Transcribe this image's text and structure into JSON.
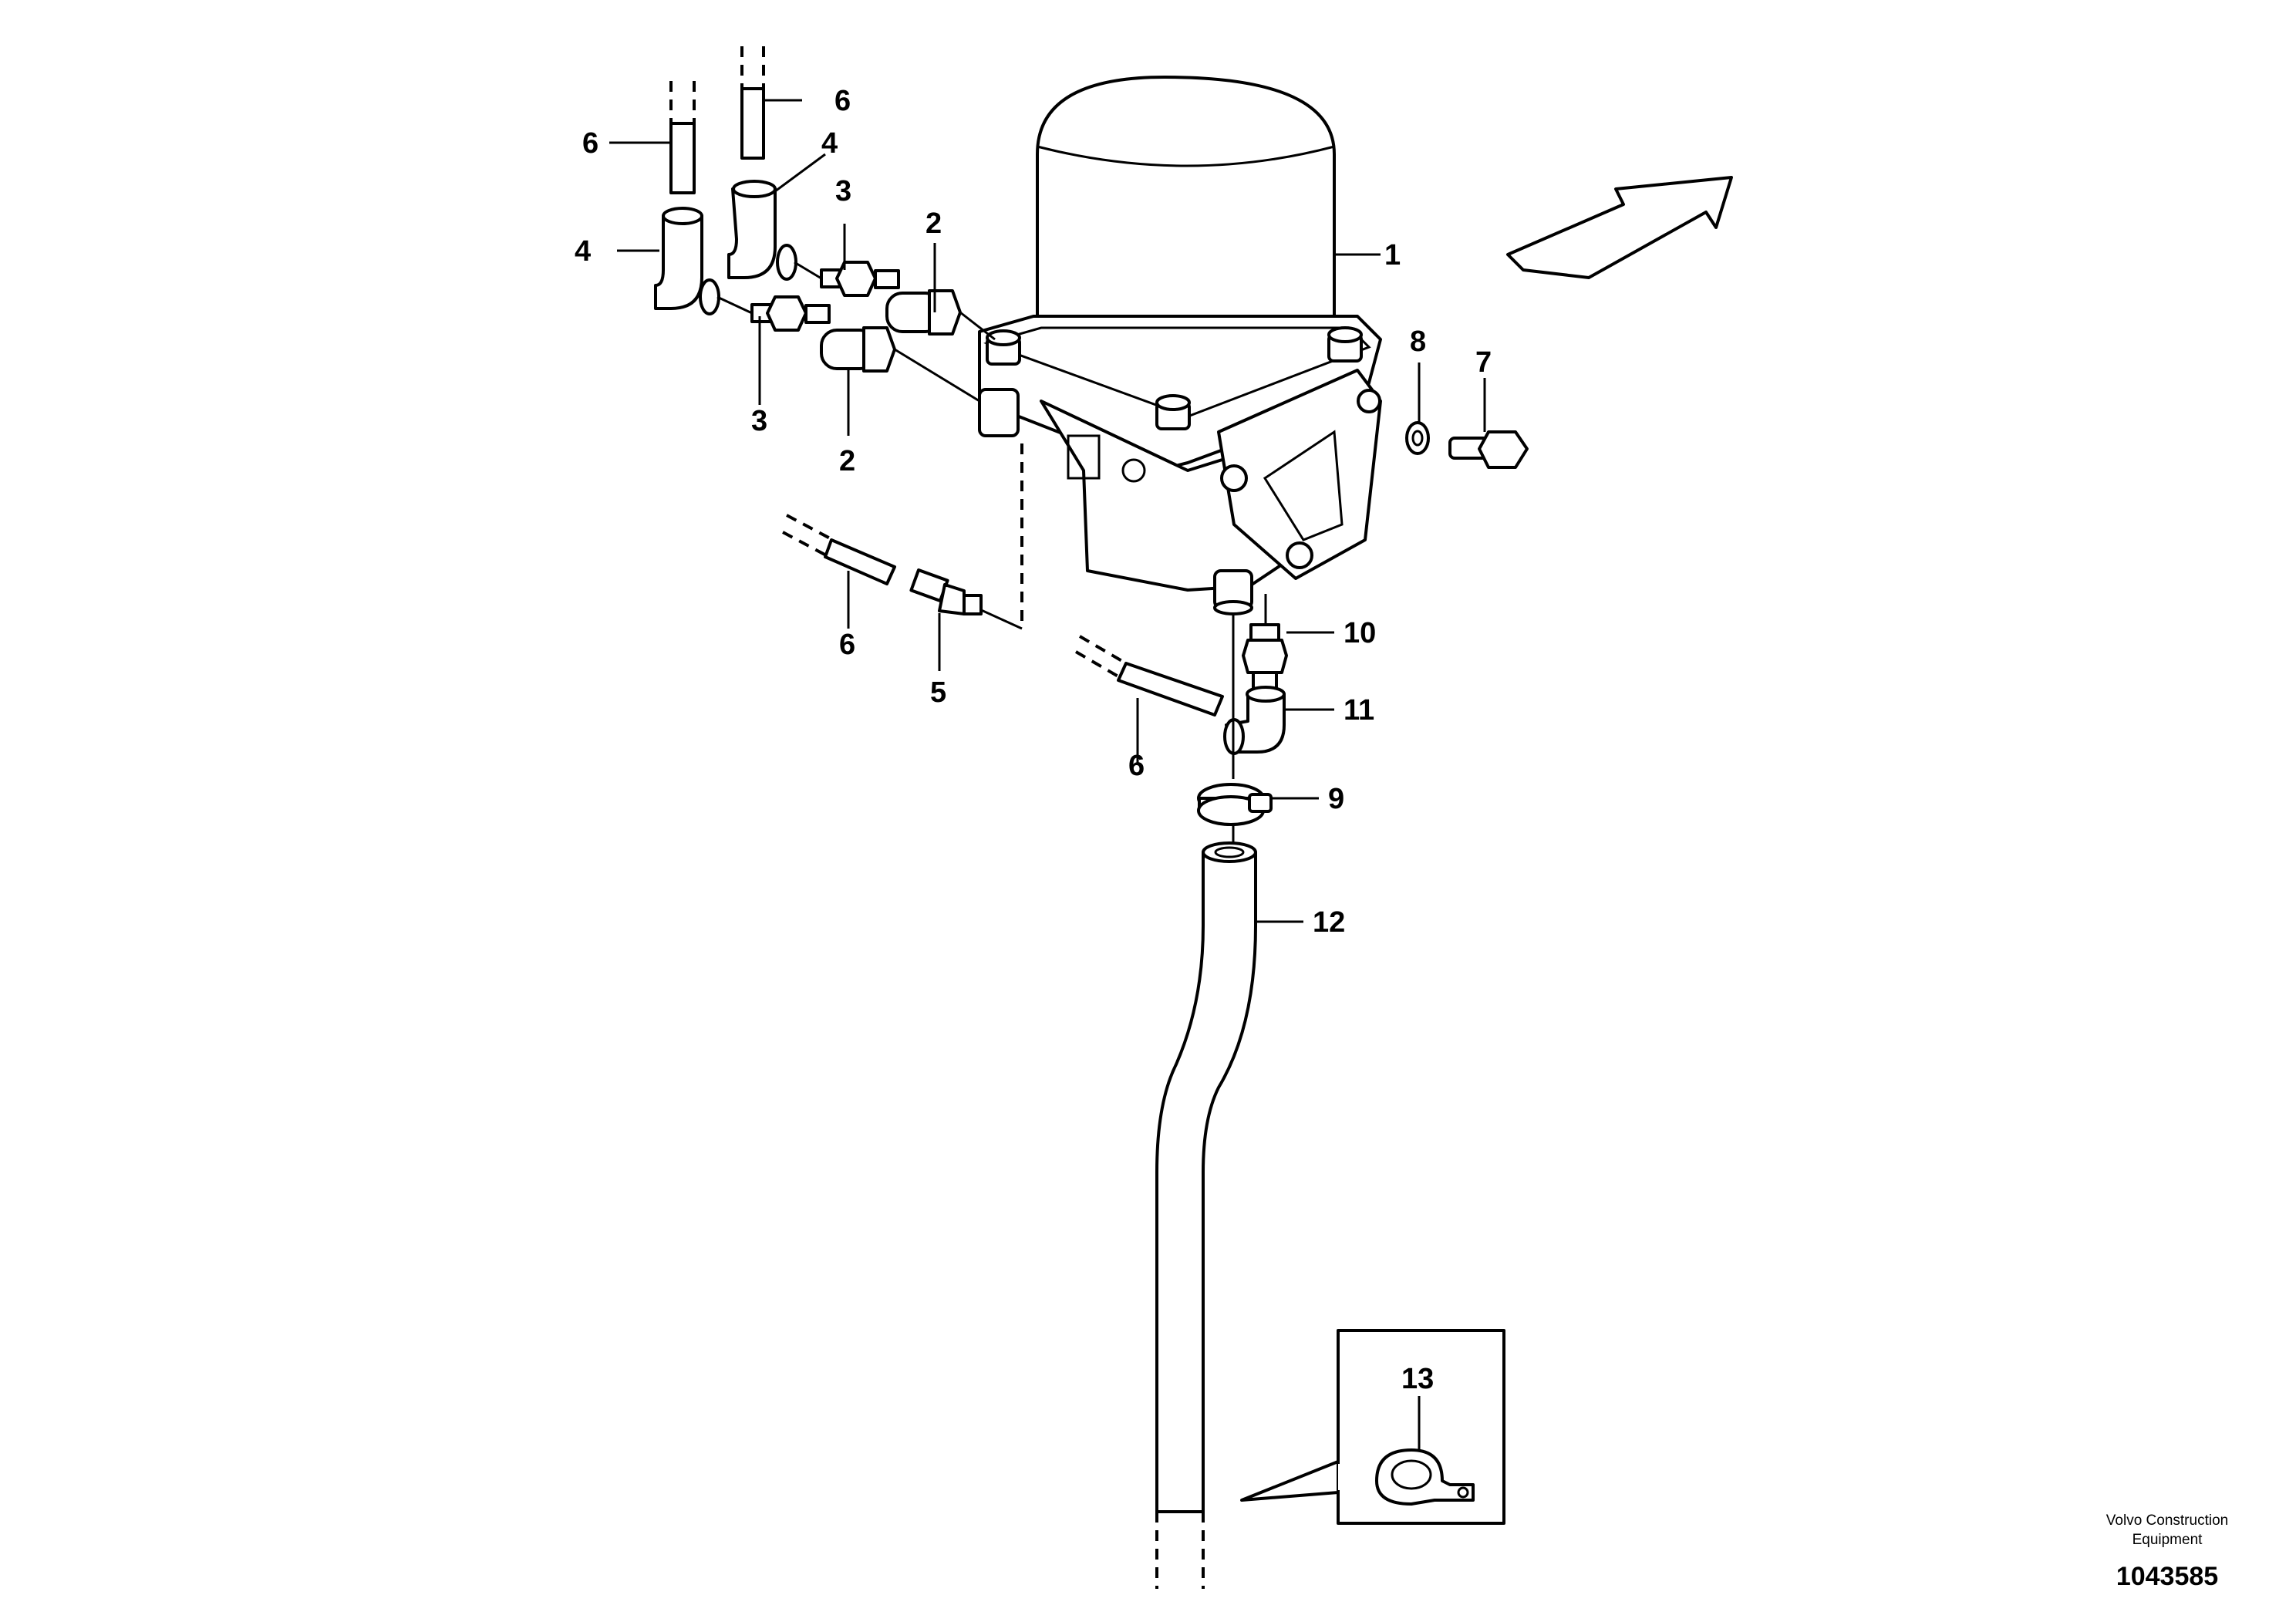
{
  "callouts": {
    "c1": "1",
    "c2a": "2",
    "c2b": "2",
    "c3a": "3",
    "c3b": "3",
    "c4a": "4",
    "c4b": "4",
    "c5": "5",
    "c6a": "6",
    "c6b": "6",
    "c6c": "6",
    "c6d": "6",
    "c7": "7",
    "c8": "8",
    "c9": "9",
    "c10": "10",
    "c11": "11",
    "c12": "12",
    "c13": "13"
  },
  "footer": {
    "credit_line1": "Volvo Construction",
    "credit_line2": "Equipment",
    "doc_number": "1043585"
  }
}
